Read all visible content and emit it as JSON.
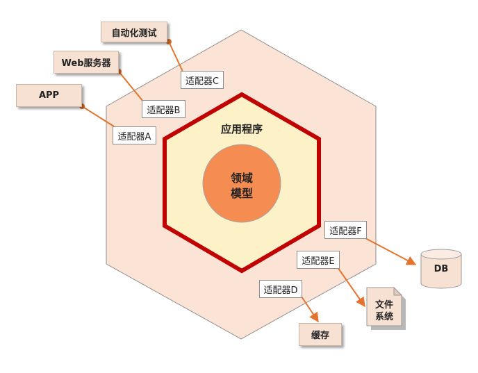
{
  "diagram": {
    "app_layer_label": "应用程序",
    "domain_label_line1": "领域",
    "domain_label_line2": "模型",
    "adapters": [
      {
        "id": "A",
        "label": "适配器A"
      },
      {
        "id": "B",
        "label": "适配器B"
      },
      {
        "id": "C",
        "label": "适配器C"
      },
      {
        "id": "D",
        "label": "适配器D"
      },
      {
        "id": "E",
        "label": "适配器E"
      },
      {
        "id": "F",
        "label": "适配器F"
      }
    ],
    "drivers": [
      {
        "id": "app",
        "label": "APP"
      },
      {
        "id": "web",
        "label": "Web服务器"
      },
      {
        "id": "test",
        "label": "自动化测试"
      }
    ],
    "driven": {
      "db": "DB",
      "fs_line1": "文件",
      "fs_line2": "系统",
      "cache": "缓存"
    },
    "colors": {
      "outer_hex_fill": "#fbe3d6",
      "inner_hex_fill": "#fdf1c8",
      "inner_hex_stroke": "#c00000",
      "core_fill": "#f58c52",
      "connector": "#e2742f"
    }
  }
}
